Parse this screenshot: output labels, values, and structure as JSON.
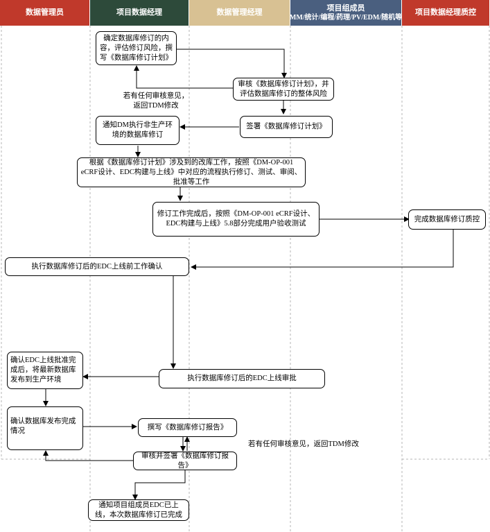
{
  "lanes": [
    {
      "label": "数据管理员",
      "color": "#c0392b"
    },
    {
      "label": "项目数据经理",
      "color": "#2d4a3a"
    },
    {
      "label": "数据管理经理",
      "color": "#d8c193"
    },
    {
      "label": "项目组成员",
      "sub": "MM/统计/编程/药理/PV/EDM/随机等",
      "color": "#4a5f7f"
    },
    {
      "label": "项目数据经理质控",
      "color": "#c0392b"
    }
  ],
  "steps": {
    "s1": "确定数据库修订的内容，评估修订风险，撰写《数据库修订计划》",
    "s2": "审核《数据库修订计划》，并评估数据库修订的整体风险",
    "s3": "签署《数据库修订计划》",
    "s4": "通知DM执行非生产环境的数据库修订",
    "s5": "根据《数据库修订计划》涉及到的改库工作，按照《DM-OP-001 eCRF设计、EDC构建与上线》中对应的流程执行修订、测试、审阅、批准等工作",
    "s6": "修订工作完成后，按照《DM-OP-001 eCRF设计、EDC构建与上线》5.8部分完成用户验收测试",
    "s7": "完成数据库修订质控",
    "s8": "执行数据库修订后的EDC上线前工作确认",
    "s9": "执行数据库修订后的EDC上线审批",
    "s10": "确认EDC上线批准完成后，将最新数据库发布到生产环境",
    "s11": "确认数据库发布完成情况",
    "s12": "撰写《数据库修订报告》",
    "s13": "审核并签署《数据库修订报告》",
    "s14": "通知项目组成员EDC已上线，本次数据库修订已完成"
  },
  "notes": {
    "n1": "若有任何审核意见，返回TDM修改",
    "n2": "若有任何审核意见，返回TDM修改"
  }
}
